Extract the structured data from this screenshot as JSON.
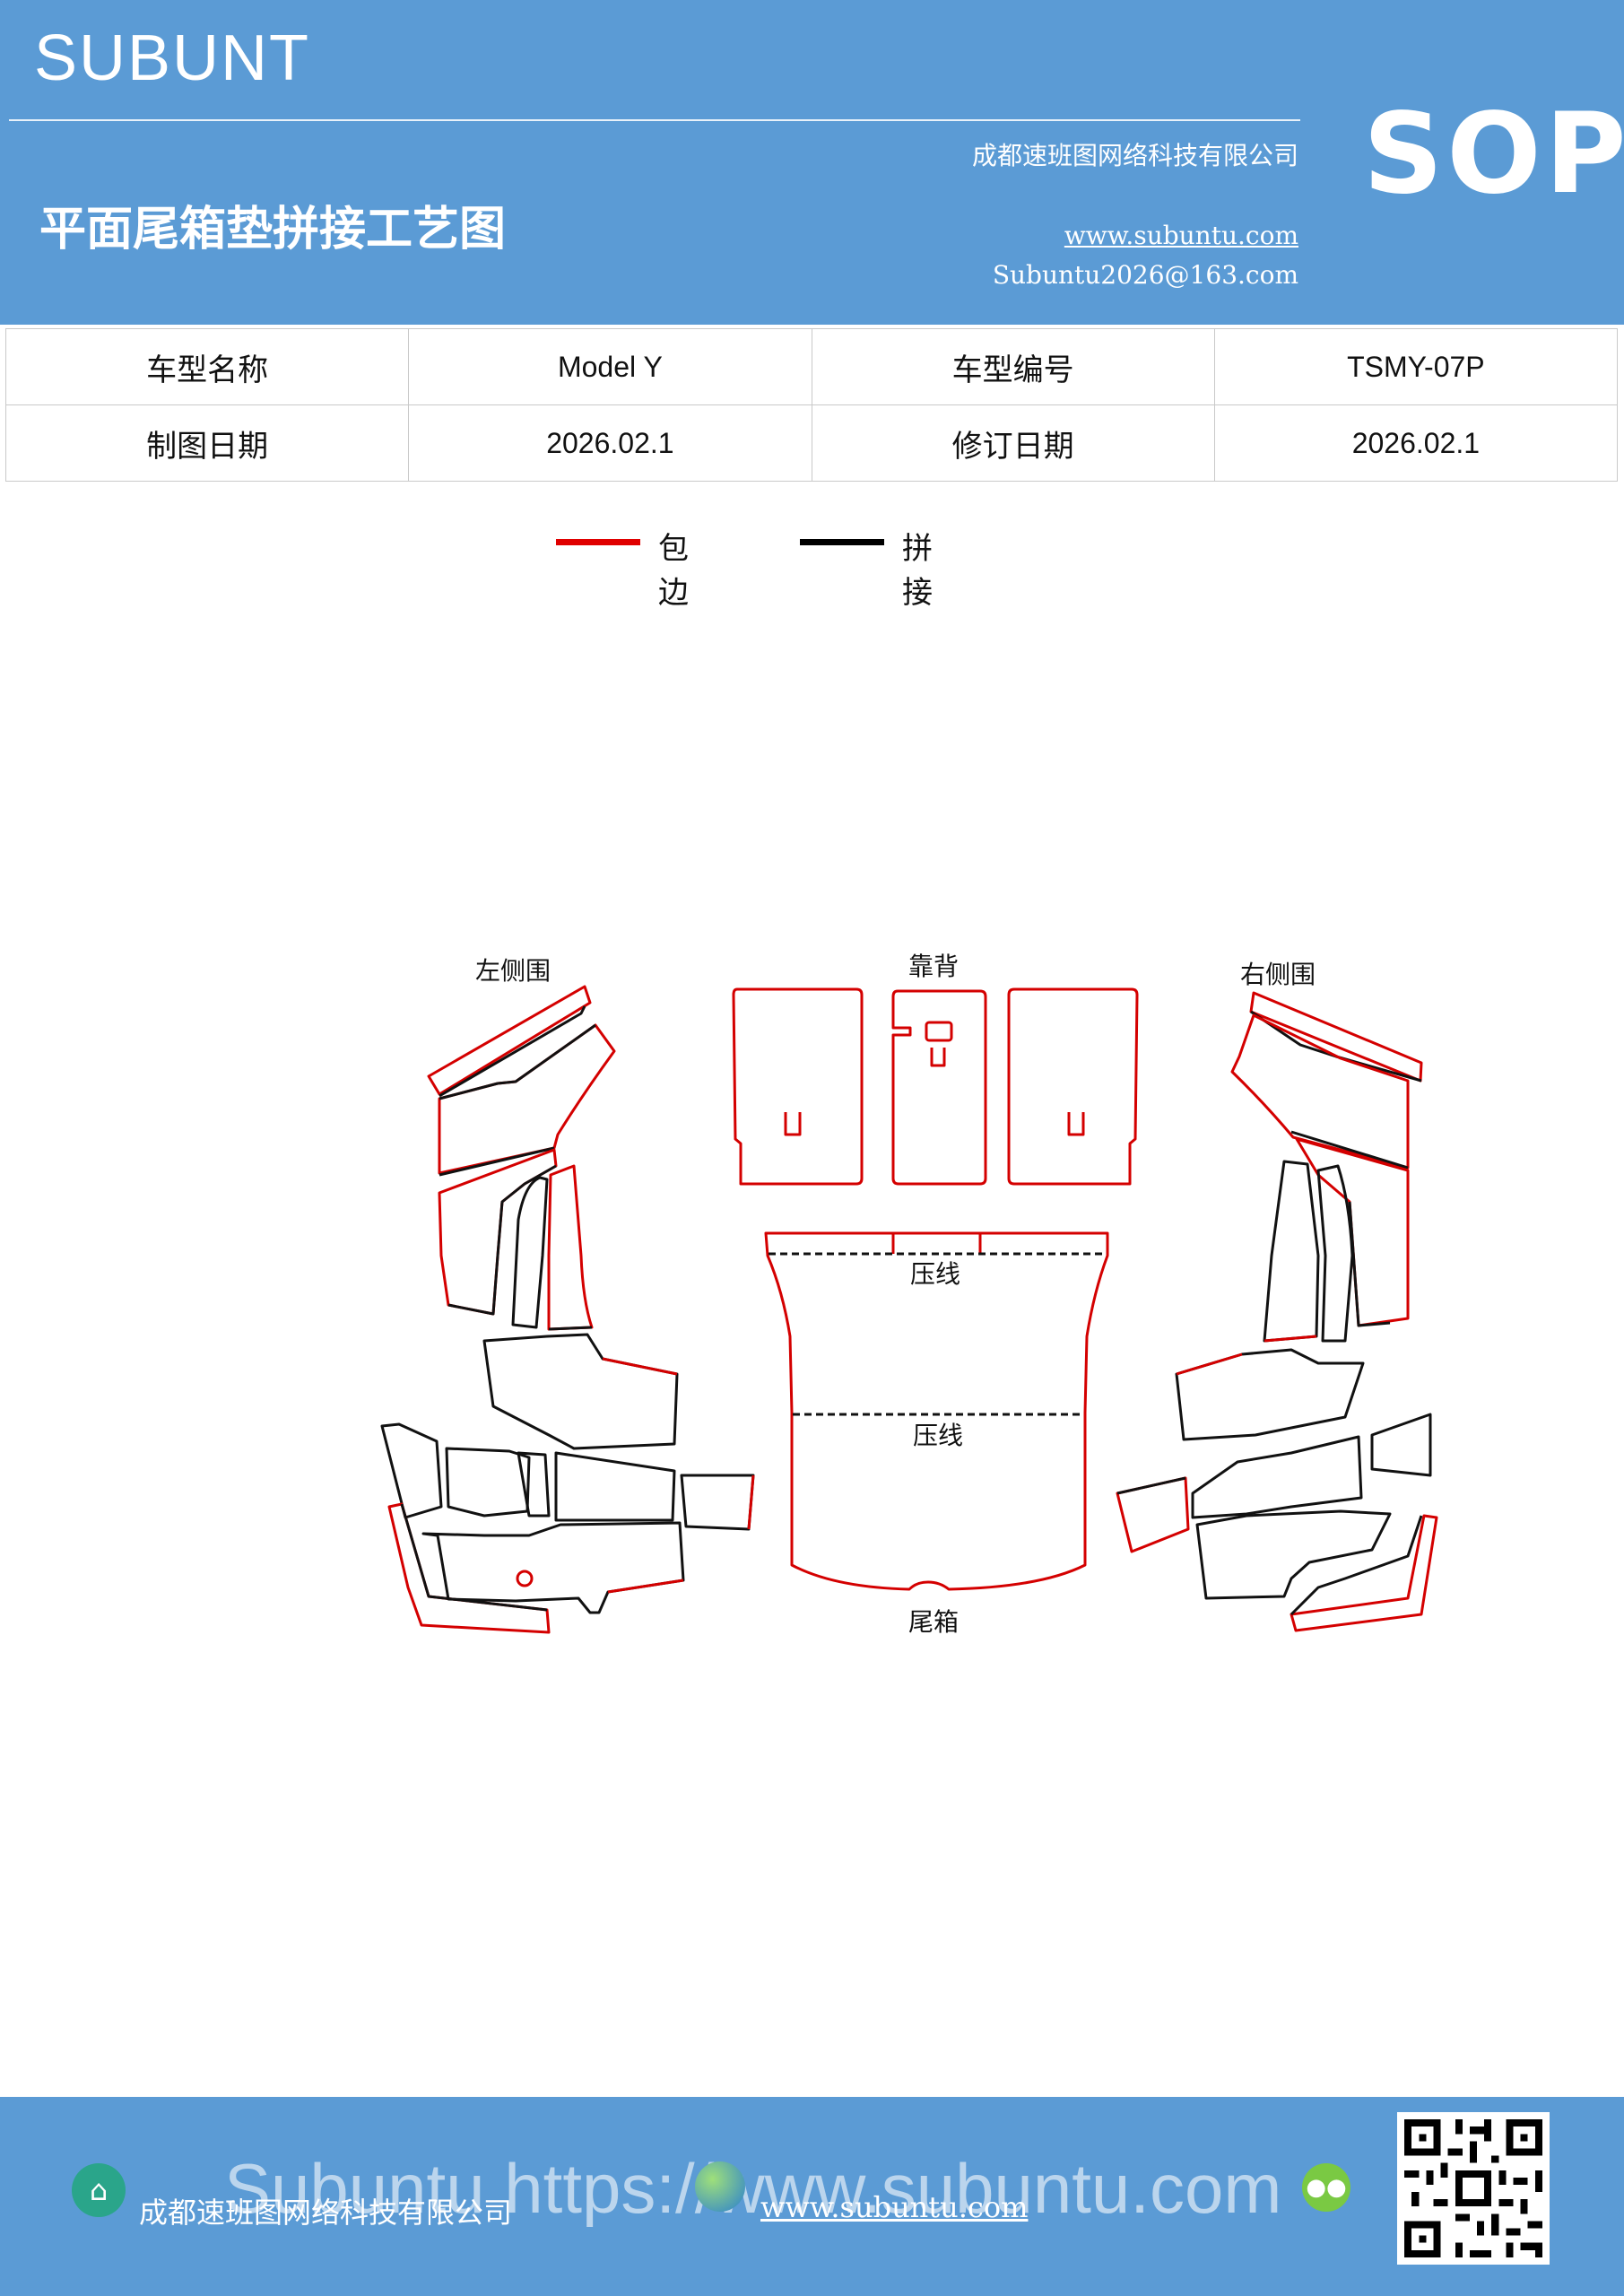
{
  "header": {
    "brand": "SUBUNT",
    "company": "成都速班图网络科技有限公司",
    "title": "平面尾箱垫拼接工艺图",
    "website": "www.subuntu.com",
    "email": "Subuntu2026@163.com",
    "sop": "SOP"
  },
  "info_table": {
    "rows": [
      [
        "车型名称",
        "Model  Y",
        "车型编号",
        "TSMY-07P"
      ],
      [
        "制图日期",
        "2026.02.1",
        "修订日期",
        "2026.02.1"
      ]
    ]
  },
  "legend": {
    "items": [
      {
        "label": "包边",
        "color": "#e00000"
      },
      {
        "label": "拼接",
        "color": "#000000"
      }
    ]
  },
  "diagram": {
    "labels": {
      "left_side": "左侧围",
      "backrest": "靠背",
      "right_side": "右侧围",
      "crease_top": "压线",
      "crease_mid": "压线",
      "trunk": "尾箱"
    },
    "colors": {
      "edge_binding": "#d40000",
      "splice": "#111111"
    }
  },
  "footer": {
    "watermark": "Subuntu https://www.subuntu.com",
    "company": "成都速班图网络科技有限公司",
    "website": "www.subuntu.com"
  },
  "icons": [
    "building-icon",
    "globe-icon",
    "wechat-icon",
    "qr-code"
  ]
}
